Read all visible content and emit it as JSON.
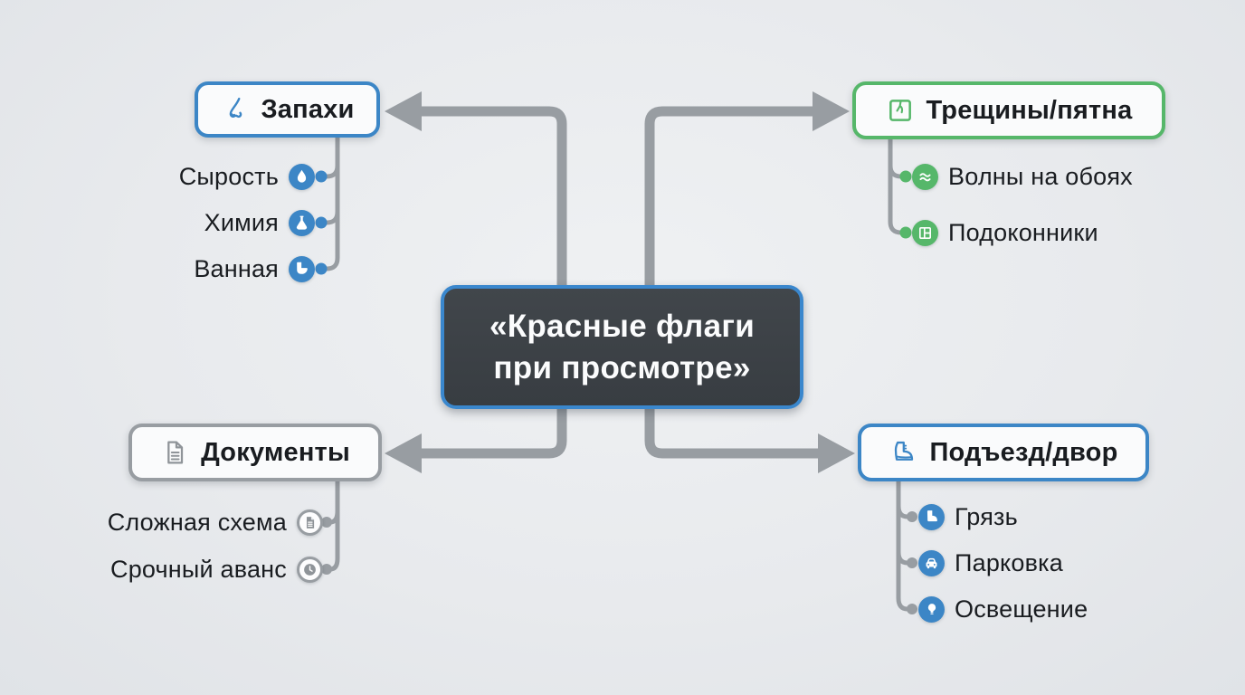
{
  "center": {
    "line1": "«Красные флаги",
    "line2": "при просмотре»"
  },
  "branches": {
    "smells": {
      "label": "Запахи",
      "icon": "nose-icon",
      "items": [
        {
          "label": "Сырость",
          "icon": "droplet-icon"
        },
        {
          "label": "Химия",
          "icon": "flask-icon"
        },
        {
          "label": "Ванная",
          "icon": "toilet-icon"
        }
      ]
    },
    "cracks": {
      "label": "Трещины/пятна",
      "icon": "cracked-wall-icon",
      "items": [
        {
          "label": "Волны на обоях",
          "icon": "waves-icon"
        },
        {
          "label": "Подоконники",
          "icon": "window-icon"
        }
      ]
    },
    "documents": {
      "label": "Документы",
      "icon": "document-icon",
      "items": [
        {
          "label": "Сложная схема",
          "icon": "paper-icon"
        },
        {
          "label": "Срочный аванс",
          "icon": "clock-icon"
        }
      ]
    },
    "entrance": {
      "label": "Подъезд/двор",
      "icon": "boot-icon",
      "items": [
        {
          "label": "Грязь",
          "icon": "boot-icon"
        },
        {
          "label": "Парковка",
          "icon": "car-icon"
        },
        {
          "label": "Освещение",
          "icon": "bulb-icon"
        }
      ]
    }
  },
  "colors": {
    "blue": "#3c86c6",
    "green": "#56b76a",
    "gray": "#989da2",
    "dark": "#3a3f44",
    "bg": "#e8eaed",
    "text": "#191c20"
  }
}
